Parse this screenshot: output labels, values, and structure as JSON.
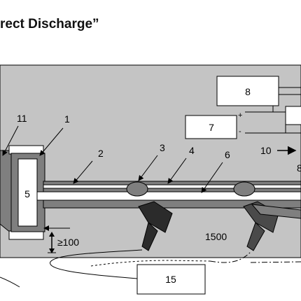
{
  "title": "rect Discharge”",
  "labels": {
    "n1": "1",
    "n2": "2",
    "n3": "3",
    "n4": "4",
    "n5": "5",
    "n6": "6",
    "n7": "7",
    "n8a": "8",
    "n8b": "8",
    "n10": "10",
    "n11": "11",
    "n15": "15",
    "plus": "+",
    "minus": "-",
    "gap": "≥100",
    "length": "1500"
  },
  "colors": {
    "chamber": "#c4c4c4",
    "frame": "#7f7f7f",
    "electrode": "#2b2b2b",
    "box": "#ffffff"
  },
  "icons": {
    "arrow": "arrow-right-icon"
  }
}
